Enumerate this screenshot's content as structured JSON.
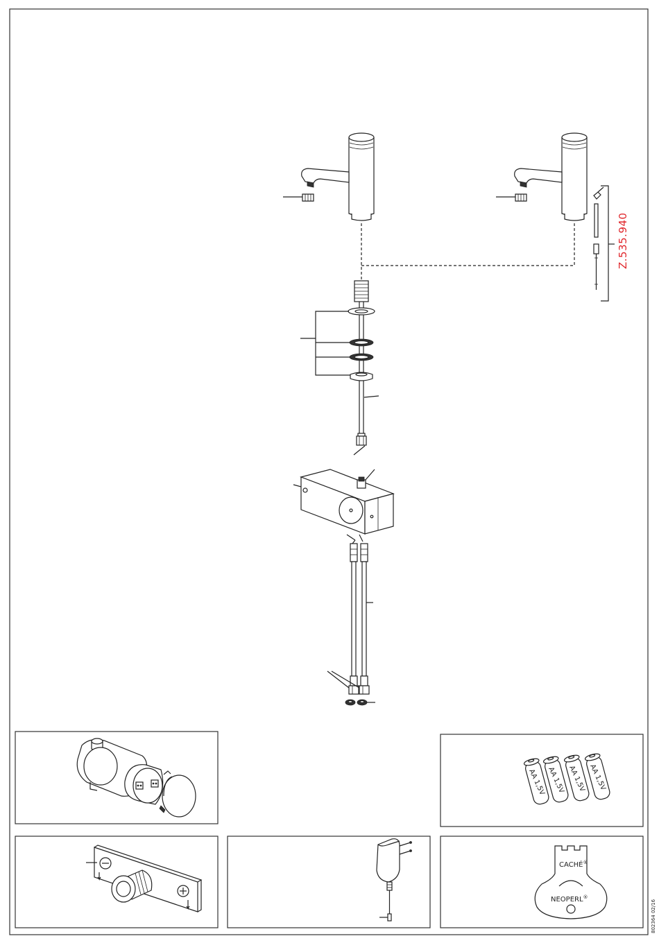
{
  "document": {
    "spare_part_number": "Z.535.940",
    "doc_code": "802364 02/16"
  },
  "batteries": {
    "label": "AA 1,5V",
    "count": 4
  },
  "key_tool": {
    "brand_top": "CACHÉ",
    "brand_bottom": "NEOPERL",
    "registered": "®"
  },
  "colors": {
    "line": "#222222",
    "accent_red": "#e0262b"
  }
}
